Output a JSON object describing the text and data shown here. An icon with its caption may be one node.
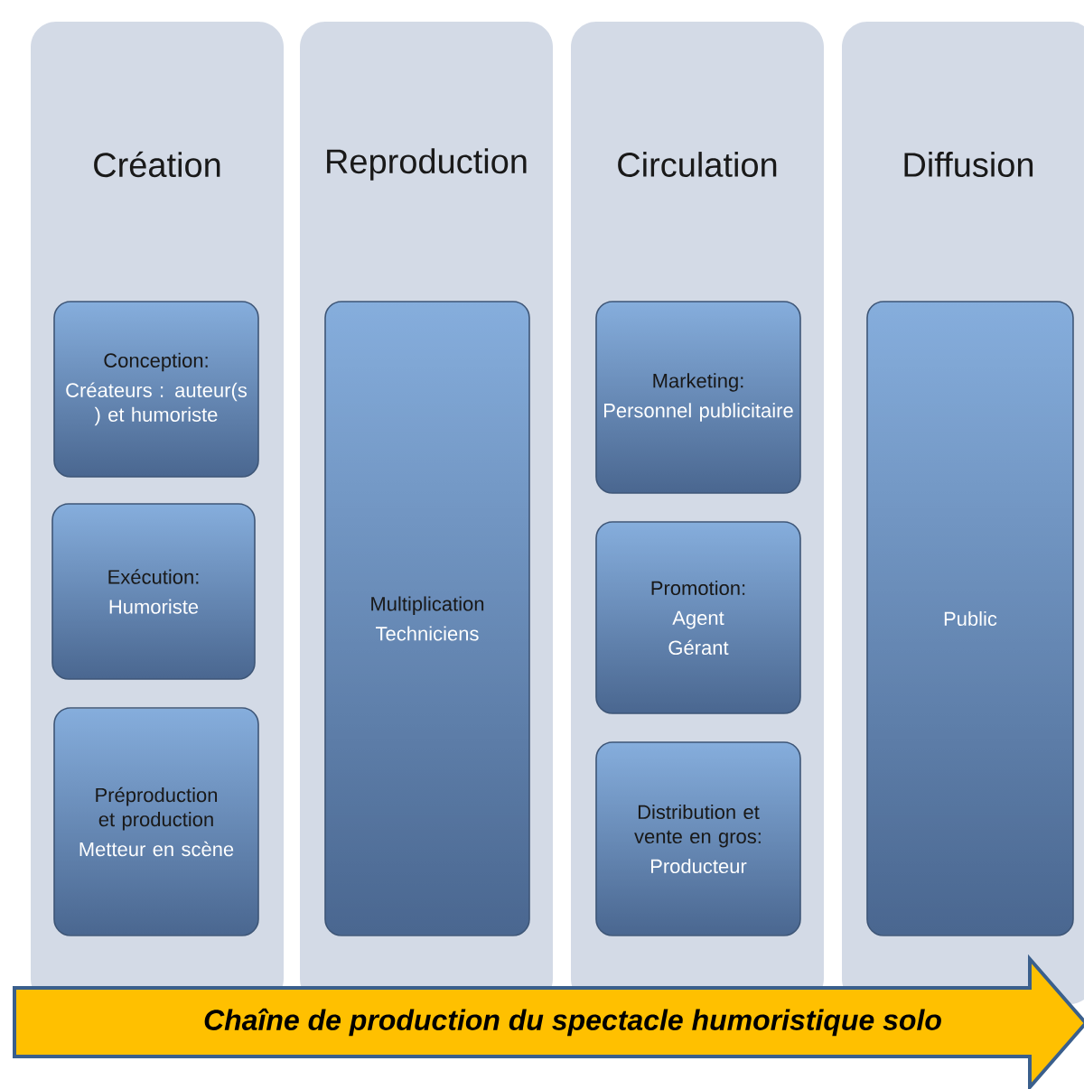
{
  "diagram": {
    "nodes": [
      {
        "text": [
          "Création"
        ]
      },
      {
        "text": [
          "Conception:",
          "Créateurs : auteur(s ) et humoriste"
        ],
        "in": 0
      },
      {
        "text": [
          "Exécution:",
          "Humoriste"
        ],
        "in": 0
      },
      {
        "text": [
          "Préproduction et production",
          "Metteur en scène"
        ],
        "in": 0
      },
      {
        "text": [
          "Reproduction"
        ]
      },
      {
        "text": [
          "Multiplication",
          "Techniciens"
        ],
        "in": 4
      },
      {
        "text": [
          "Circulation"
        ]
      },
      {
        "text": [
          "Marketing:",
          "Personnel publicitaire"
        ],
        "in": 6
      },
      {
        "text": [
          "Promotion:",
          "Agent",
          "Gérant"
        ],
        "in": 6
      },
      {
        "text": [
          "Distribution et vente en gros:",
          "Producteur"
        ],
        "in": 6
      },
      {
        "text": [
          "Diffusion"
        ]
      },
      {
        "text": [
          "Public"
        ],
        "in": 10
      },
      {
        "text": [
          "Chaîne de production du spectacle humoristique solo"
        ]
      }
    ]
  }
}
